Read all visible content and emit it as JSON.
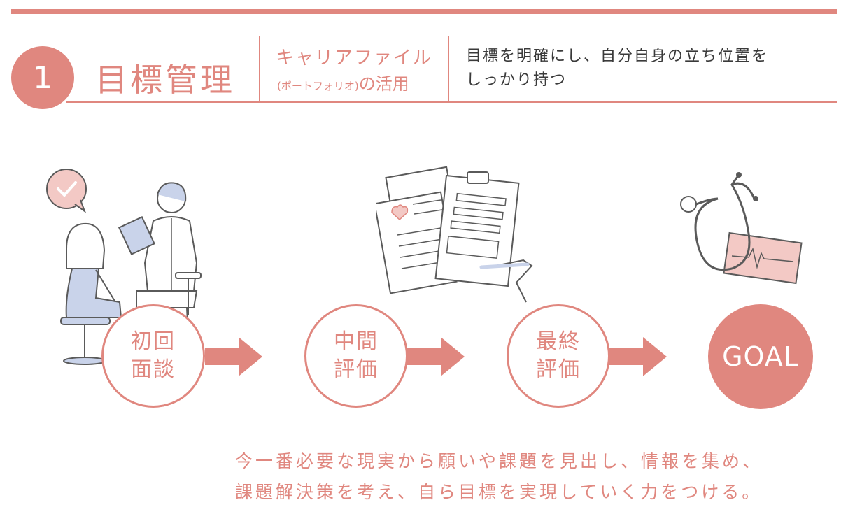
{
  "header": {
    "number": "1",
    "title": "目標管理",
    "subtitle_line1": "キャリアファイル",
    "subtitle_paren": "(ポートフォリオ)",
    "subtitle_suffix": "の活用",
    "description_line1": "目標を明確にし、自分自身の立ち位置を",
    "description_line2": "しっかり持つ"
  },
  "steps": [
    {
      "line1": "初回",
      "line2": "面談"
    },
    {
      "line1": "中間",
      "line2": "評価"
    },
    {
      "line1": "最終",
      "line2": "評価"
    }
  ],
  "goal": "GOAL",
  "bottom_text": {
    "line1": "今一番必要な現実から願いや課題を見出し、情報を集め、",
    "line2": "課題解決策を考え、自ら目標を実現していく力をつける。"
  },
  "icons": [
    "check-speech-bubble-icon",
    "consultation-illustration",
    "documents-clipboard-illustration",
    "stethoscope-ecg-illustration",
    "right-arrow-icon"
  ],
  "colors": {
    "accent": "#e0877f",
    "illustration_line": "#5a5a5a",
    "blue_fill": "#c9d3ea",
    "pink_fill": "#f3c9c5"
  }
}
